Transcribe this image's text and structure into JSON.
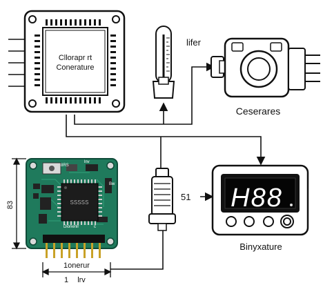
{
  "processor": {
    "label_line1": "Cllorapr rt",
    "label_line2": "Conerature"
  },
  "thermometer": {
    "label": "lifer"
  },
  "sensor": {
    "label": "Ceserares"
  },
  "pcb": {
    "chip_text": "SSSSS",
    "silk_left": "8RS",
    "silk_top": "lnv",
    "silk_mid": "Dionenlr",
    "silk_c": "c",
    "silk_right": "Bw",
    "dim_height": "83",
    "dim_bottom_1": "1onerur",
    "dim_bottom_2": "1",
    "dim_bottom_3": "lrv"
  },
  "probe": {
    "label": "51"
  },
  "display": {
    "digits": "H88",
    "label": "Binyxature"
  }
}
